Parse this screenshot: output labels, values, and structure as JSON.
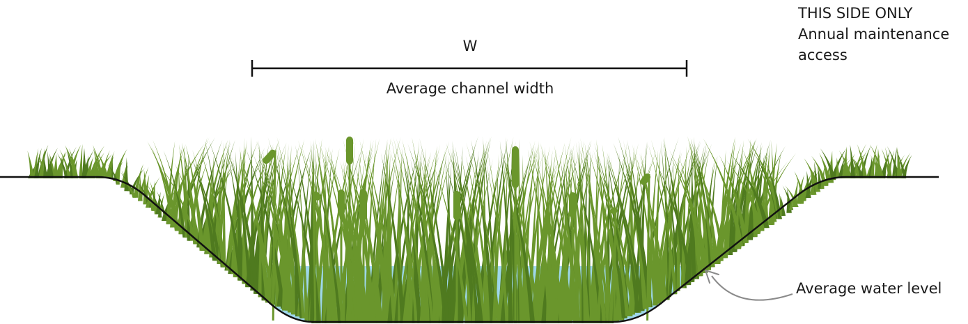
{
  "labels": {
    "width_symbol": "W",
    "width_caption": "Average channel width",
    "access_line1": "THIS SIDE ONLY",
    "access_line2": "Annual maintenance",
    "access_line3": "access",
    "water_level": "Average water level"
  },
  "colors": {
    "grass": "#6a962c",
    "grass_dark": "#4f7a1f",
    "water": "#9ed7ea",
    "ground_line": "#111111",
    "arrow": "#8a8a8a",
    "text": "#1a1a1a"
  }
}
